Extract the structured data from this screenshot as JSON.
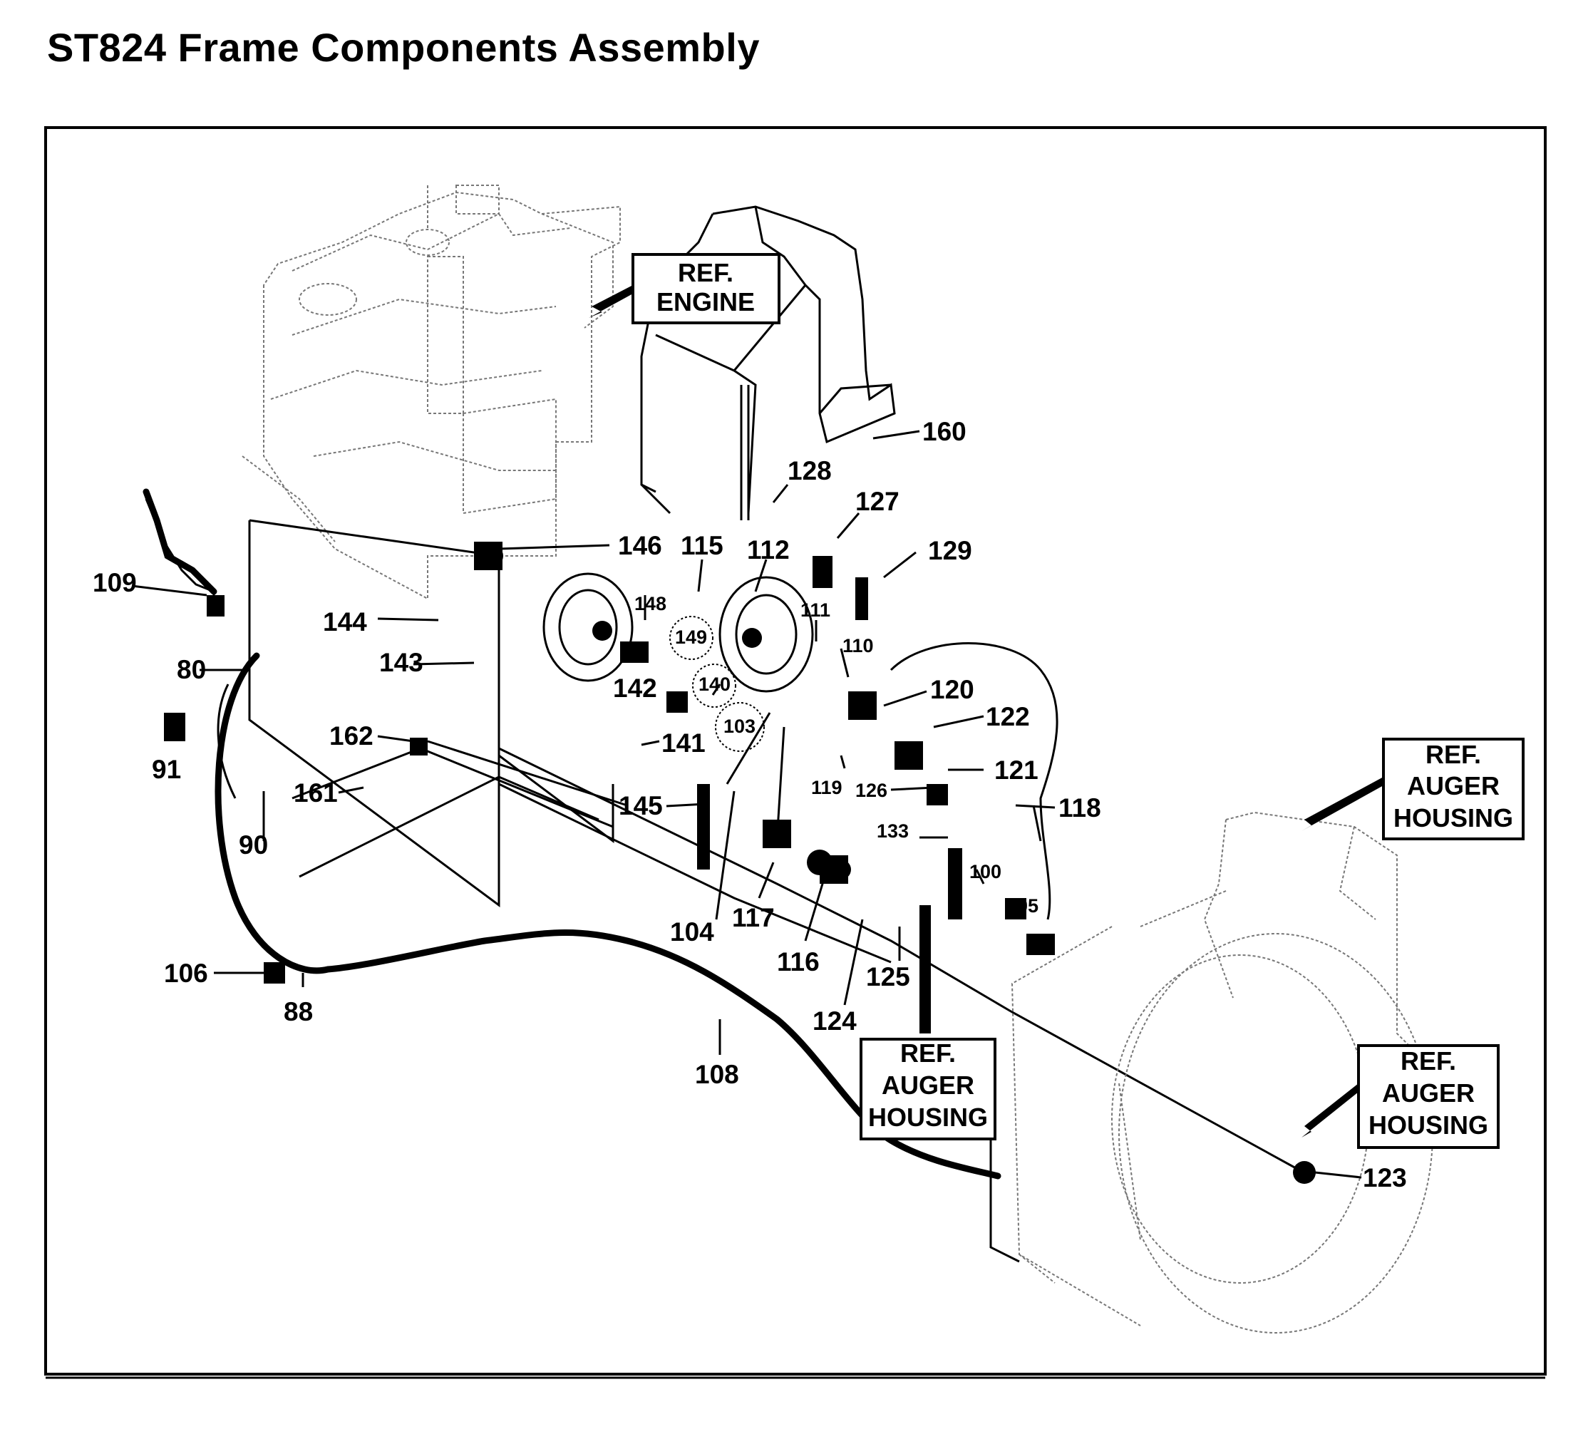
{
  "title": "ST824 Frame Components Assembly",
  "ref_boxes": {
    "engine": [
      "REF.",
      "ENGINE"
    ],
    "auger_housing_right": [
      "REF.",
      "AUGER",
      "HOUSING"
    ],
    "auger_housing_bottom": [
      "REF.",
      "AUGER",
      "HOUSING"
    ],
    "auger_housing_lower_right": [
      "REF.",
      "AUGER",
      "HOUSING"
    ]
  },
  "callouts": [
    {
      "label": "160"
    },
    {
      "label": "128"
    },
    {
      "label": "127"
    },
    {
      "label": "129"
    },
    {
      "label": "146"
    },
    {
      "label": "115"
    },
    {
      "label": "112"
    },
    {
      "label": "109"
    },
    {
      "label": "148"
    },
    {
      "label": "111"
    },
    {
      "label": "144"
    },
    {
      "label": "149"
    },
    {
      "label": "110"
    },
    {
      "label": "80"
    },
    {
      "label": "143"
    },
    {
      "label": "140"
    },
    {
      "label": "142"
    },
    {
      "label": "120"
    },
    {
      "label": "103"
    },
    {
      "label": "122"
    },
    {
      "label": "162"
    },
    {
      "label": "141"
    },
    {
      "label": "91"
    },
    {
      "label": "121"
    },
    {
      "label": "119"
    },
    {
      "label": "126"
    },
    {
      "label": "161"
    },
    {
      "label": "145"
    },
    {
      "label": "118"
    },
    {
      "label": "90"
    },
    {
      "label": "133"
    },
    {
      "label": "100"
    },
    {
      "label": "105"
    },
    {
      "label": "117"
    },
    {
      "label": "104"
    },
    {
      "label": "116"
    },
    {
      "label": "125"
    },
    {
      "label": "106"
    },
    {
      "label": "124"
    },
    {
      "label": "88"
    },
    {
      "label": "108"
    },
    {
      "label": "123"
    }
  ]
}
